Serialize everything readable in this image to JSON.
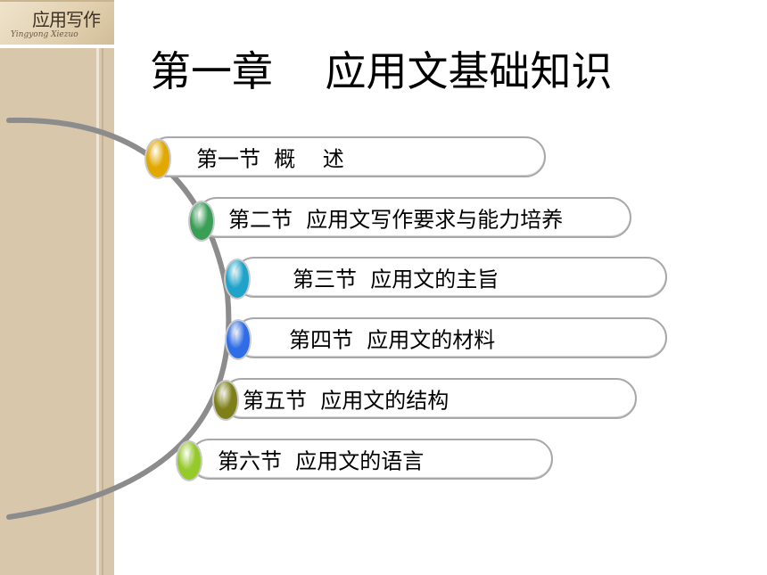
{
  "logo": {
    "main": "应用写作",
    "sub": "Yingyong Xiezuo"
  },
  "title": "第一章    应用文基础知识",
  "colors": {
    "band": "#d9c7ab",
    "arc": "#8c8c8c",
    "item_border": "#a8a8a8"
  },
  "sections": [
    {
      "label": "第一节  概    述",
      "bullet_color": "#e2a800"
    },
    {
      "label": "第二节  应用文写作要求与能力培养",
      "bullet_color": "#3a9e57"
    },
    {
      "label": "第三节  应用文的主旨",
      "bullet_color": "#1fa3c9"
    },
    {
      "label": "第四节  应用文的材料",
      "bullet_color": "#2f6de6"
    },
    {
      "label": "第五节  应用文的结构",
      "bullet_color": "#7f7f1a"
    },
    {
      "label": "第六节  应用文的语言",
      "bullet_color": "#96c92a"
    }
  ]
}
